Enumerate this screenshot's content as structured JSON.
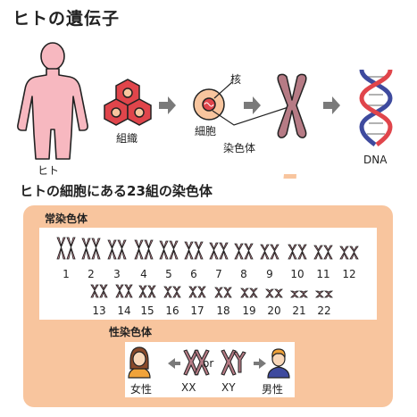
{
  "title": "ヒトの遺伝子",
  "top_row": {
    "human_label": "ヒト",
    "tissue_label": "組織",
    "cell_label": "細胞",
    "nucleus_label": "核",
    "chromosome_label": "染色体",
    "dna_label": "DNA"
  },
  "subtitle": "ヒトの細胞にある23組の染色体",
  "autosomes": {
    "label": "常染色体",
    "row1": [
      "1",
      "2",
      "3",
      "4",
      "5",
      "6",
      "7",
      "8",
      "9",
      "10",
      "11",
      "12"
    ],
    "row2": [
      "13",
      "14",
      "15",
      "16",
      "17",
      "18",
      "19",
      "20",
      "21",
      "22"
    ]
  },
  "sex_chromosomes": {
    "label": "性染色体",
    "female_label": "女性",
    "xx_label": "XX",
    "or_label": "or",
    "xy_label": "XY",
    "male_label": "男性"
  },
  "colors": {
    "body_pink": "#f7b8c0",
    "tissue_red": "#e0454b",
    "cell_orange": "#f8c59e",
    "chromosome_mauve": "#b67b85",
    "panel_orange": "#f8c59e",
    "arrow_gray": "#7a7a7a",
    "dna_red": "#e0454b",
    "dna_blue": "#3e4a9e"
  }
}
